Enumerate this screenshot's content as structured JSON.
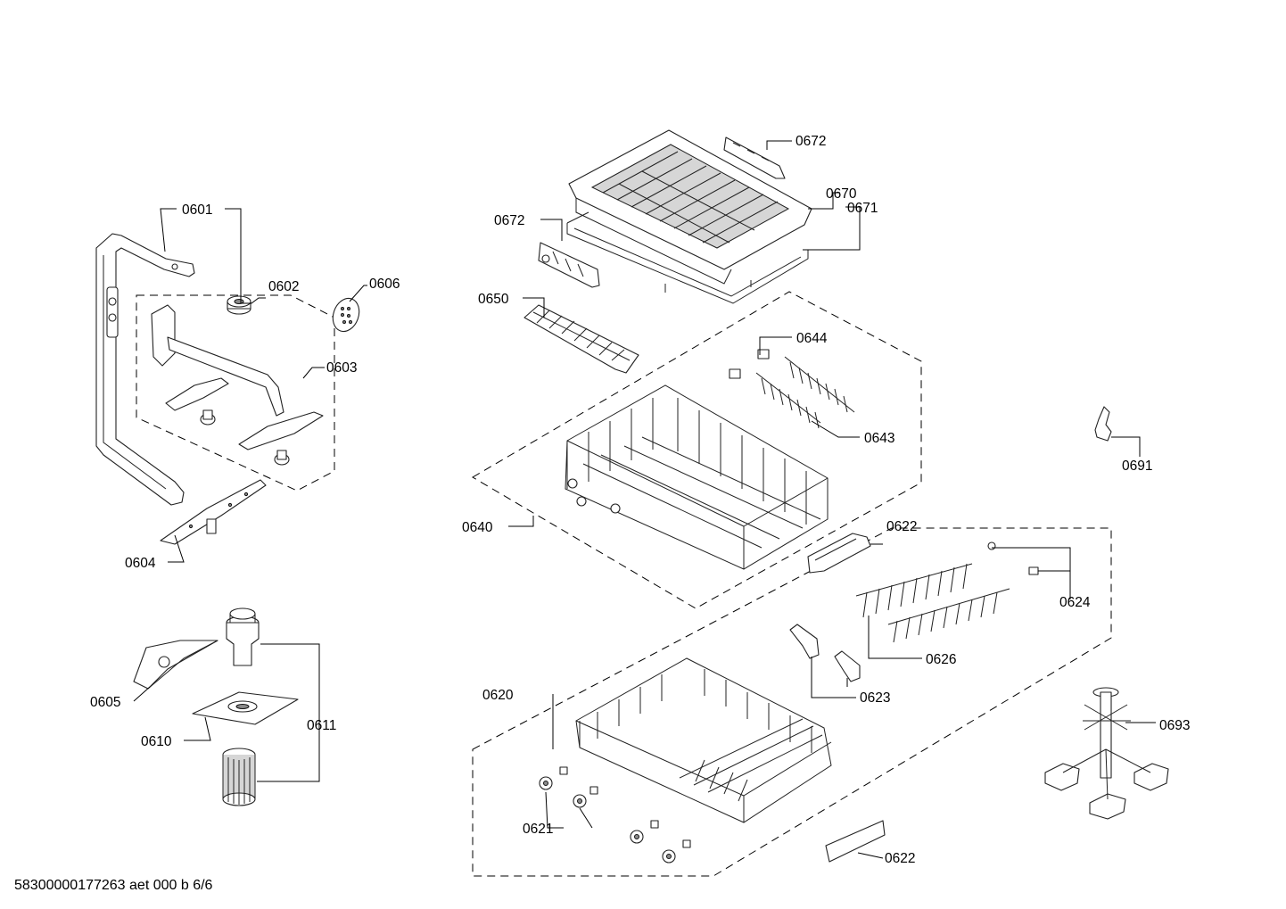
{
  "diagram": {
    "labels": {
      "p0601": "0601",
      "p0602": "0602",
      "p0603": "0603",
      "p0604": "0604",
      "p0605": "0605",
      "p0606": "0606",
      "p0610": "0610",
      "p0611": "0611",
      "p0620": "0620",
      "p0621": "0621",
      "p0622a": "0622",
      "p0622b": "0622",
      "p0623": "0623",
      "p0624": "0624",
      "p0626": "0626",
      "p0640": "0640",
      "p0643": "0643",
      "p0644": "0644",
      "p0650": "0650",
      "p0670": "0670",
      "p0671": "0671",
      "p0672a": "0672",
      "p0672b": "0672",
      "p0691": "0691",
      "p0693": "0693"
    },
    "footer": "58300000177263 aet 000 b 6/6"
  }
}
